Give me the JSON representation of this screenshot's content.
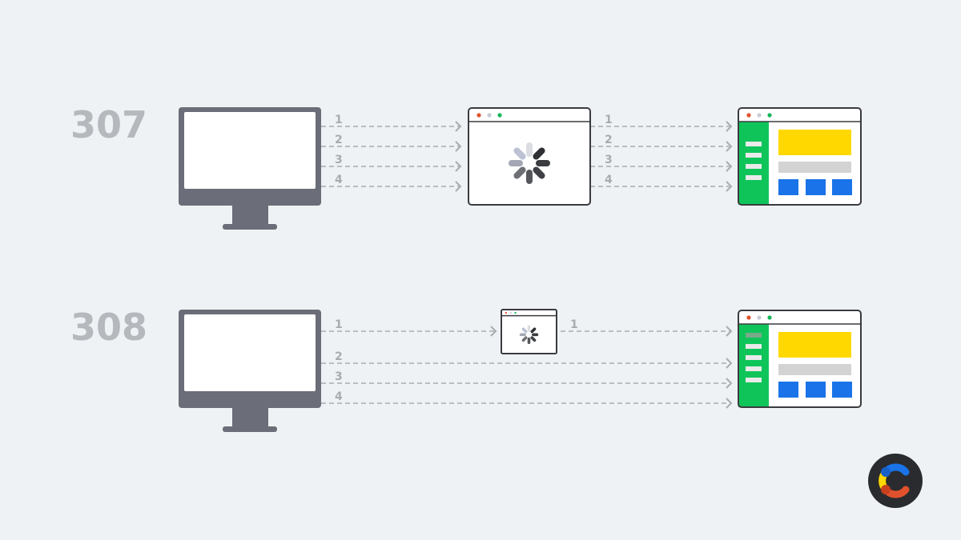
{
  "rows": [
    {
      "code": "307",
      "request_labels": [
        "1",
        "2",
        "3",
        "4"
      ],
      "redirect_labels": [
        "1",
        "2",
        "3",
        "4"
      ]
    },
    {
      "code": "308",
      "request_labels": [
        "1",
        "2",
        "3",
        "4"
      ],
      "redirect_labels": [
        "1"
      ]
    }
  ],
  "colors": {
    "background": "#eff2f4",
    "monitor": "#6b6e78",
    "sidebar": "#0fc55a",
    "banner": "#ffd800",
    "tiles": "#1a73e8",
    "bar": "#d3d3d3",
    "dot_red": "#e0522d",
    "dot_grey": "#c8ccd6",
    "dot_green": "#12b85a"
  },
  "icons": [
    "monitor-icon",
    "loading-spinner-icon",
    "browser-window-icon",
    "contentful-logo-icon"
  ]
}
